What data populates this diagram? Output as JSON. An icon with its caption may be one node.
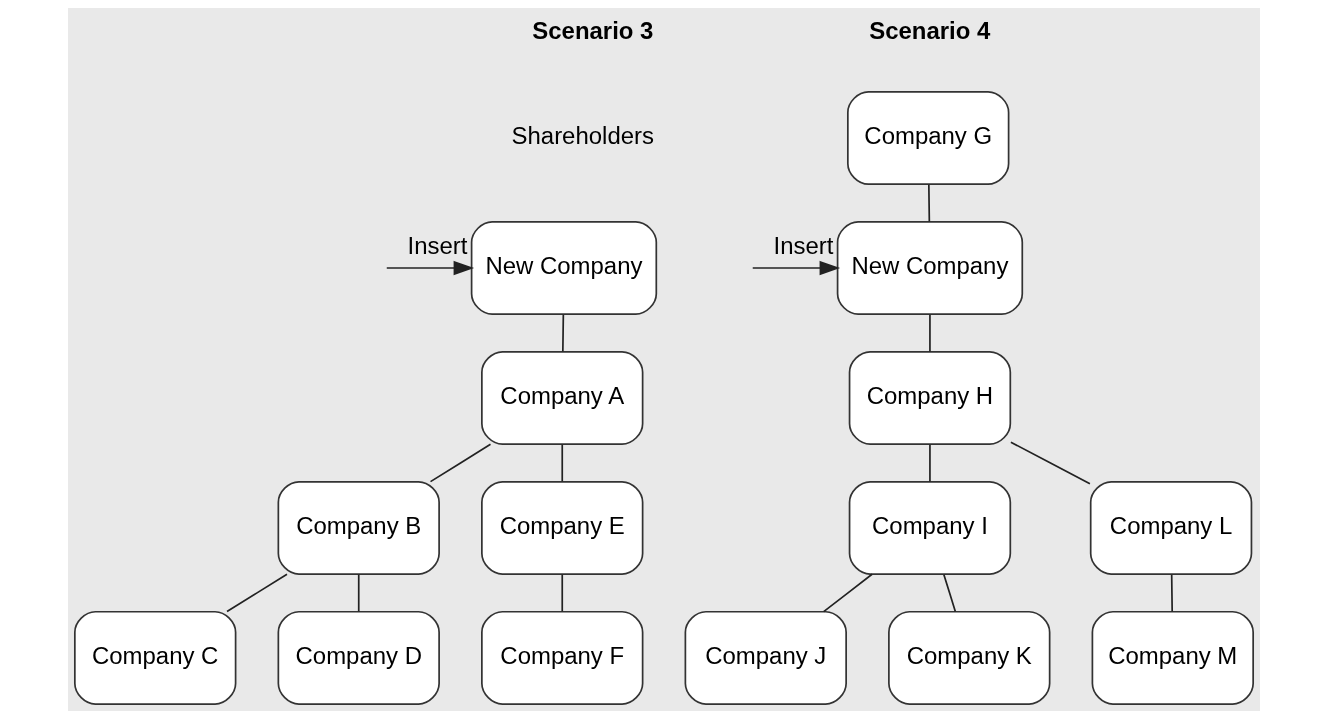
{
  "diagram": {
    "nodes": [
      {
        "text": [
          "New Company"
        ],
        "beside": [
          "Shareholders"
        ]
      },
      {
        "text": [
          "Company A"
        ]
      },
      {
        "text": [
          "Company B"
        ]
      },
      {
        "text": [
          "Company E"
        ]
      },
      {
        "text": [
          "Company C"
        ]
      },
      {
        "text": [
          "Company D"
        ]
      },
      {
        "text": [
          "Company F"
        ]
      },
      {
        "text": [
          "Company G"
        ]
      },
      {
        "text": [
          "New Company"
        ]
      },
      {
        "text": [
          "Company H"
        ]
      },
      {
        "text": [
          "Company I"
        ]
      },
      {
        "text": [
          "Company L"
        ]
      },
      {
        "text": [
          "Company J"
        ]
      },
      {
        "text": [
          "Company K"
        ]
      },
      {
        "text": [
          "Company M"
        ]
      }
    ],
    "edges": [
      {
        "from": null,
        "to": 0,
        "arrow": "to",
        "label": "Insert"
      },
      {
        "from": 0,
        "to": 1,
        "arrow": "none"
      },
      {
        "from": 1,
        "to": 2,
        "arrow": "none"
      },
      {
        "from": 1,
        "to": 3,
        "arrow": "none"
      },
      {
        "from": 2,
        "to": 4,
        "arrow": "none"
      },
      {
        "from": 2,
        "to": 5,
        "arrow": "none"
      },
      {
        "from": 3,
        "to": 6,
        "arrow": "none"
      },
      {
        "from": 7,
        "to": 8,
        "arrow": "none"
      },
      {
        "from": null,
        "to": 8,
        "arrow": "to",
        "label": "Insert"
      },
      {
        "from": 8,
        "to": 9,
        "arrow": "none"
      },
      {
        "from": 9,
        "to": 10,
        "arrow": "none"
      },
      {
        "from": 9,
        "to": 11,
        "arrow": "none"
      },
      {
        "from": 10,
        "to": 12,
        "arrow": "none"
      },
      {
        "from": 10,
        "to": 13,
        "arrow": "none"
      },
      {
        "from": 11,
        "to": 14,
        "arrow": "none"
      }
    ],
    "labels": [
      "Scenario 3",
      "Scenario 4"
    ]
  }
}
